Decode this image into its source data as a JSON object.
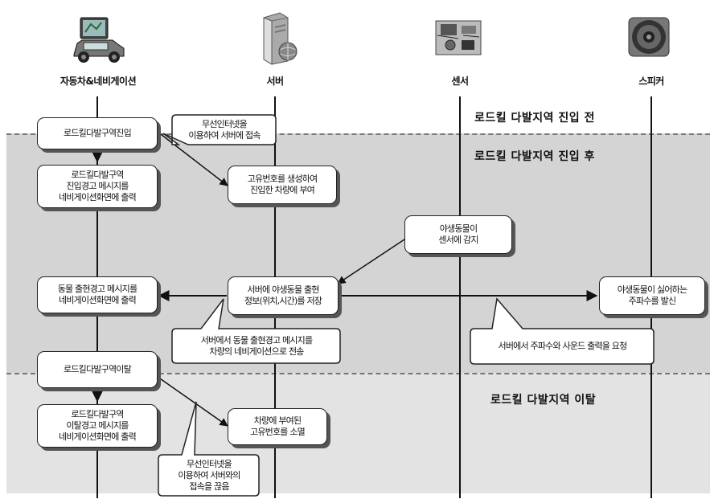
{
  "actors": [
    {
      "label": "자동차&네비게이션",
      "icon": "car-navigation-icon"
    },
    {
      "label": "서버",
      "icon": "server-icon"
    },
    {
      "label": "센서",
      "icon": "sensor-board-icon"
    },
    {
      "label": "스피커",
      "icon": "speaker-icon"
    }
  ],
  "phases": {
    "before": "로드킬 다발지역 진입 전",
    "after": "로드킬 다발지역 진입 후",
    "leave": "로드킬 다발지역 이탈"
  },
  "boxes": {
    "enter_zone": "로드킬다발구역진입",
    "enter_warning": "로드킬다발구역\n진입경고 메시지를\n네비게이션화면에 출력",
    "assign_id": "고유번호를 생성하여\n진입한 차량에 부여",
    "sensor_detect": "야생동물이\n센서에 감지",
    "animal_warning": "동물 출현경고 메시지를\n네비게이션화면에 출력",
    "server_store": "서버에 야생동물 출현\n정보(위치,시간)를 저장",
    "speaker_freq": "야생동물이 싫어하는\n주파수를 발신",
    "exit_zone": "로드킬다발구역이탈",
    "exit_warning": "로드킬다발구역\n이탈경고 메시지를\n네비게이션화면에 출력",
    "delete_id": "차량에 부여된\n고유번호를 소멸"
  },
  "callouts": {
    "connect": "무선인터넷을\n이용하여 서버에 접속",
    "send_warning": "서버에서 동물 출현경고 메시지를\n차량의 네비게이션으로 전송",
    "request_sound": "서버에서 주파수와 사운드 출력을 요청",
    "disconnect": "무선인터넷을\n이용하여 서버와의\n접속을 끊음"
  }
}
